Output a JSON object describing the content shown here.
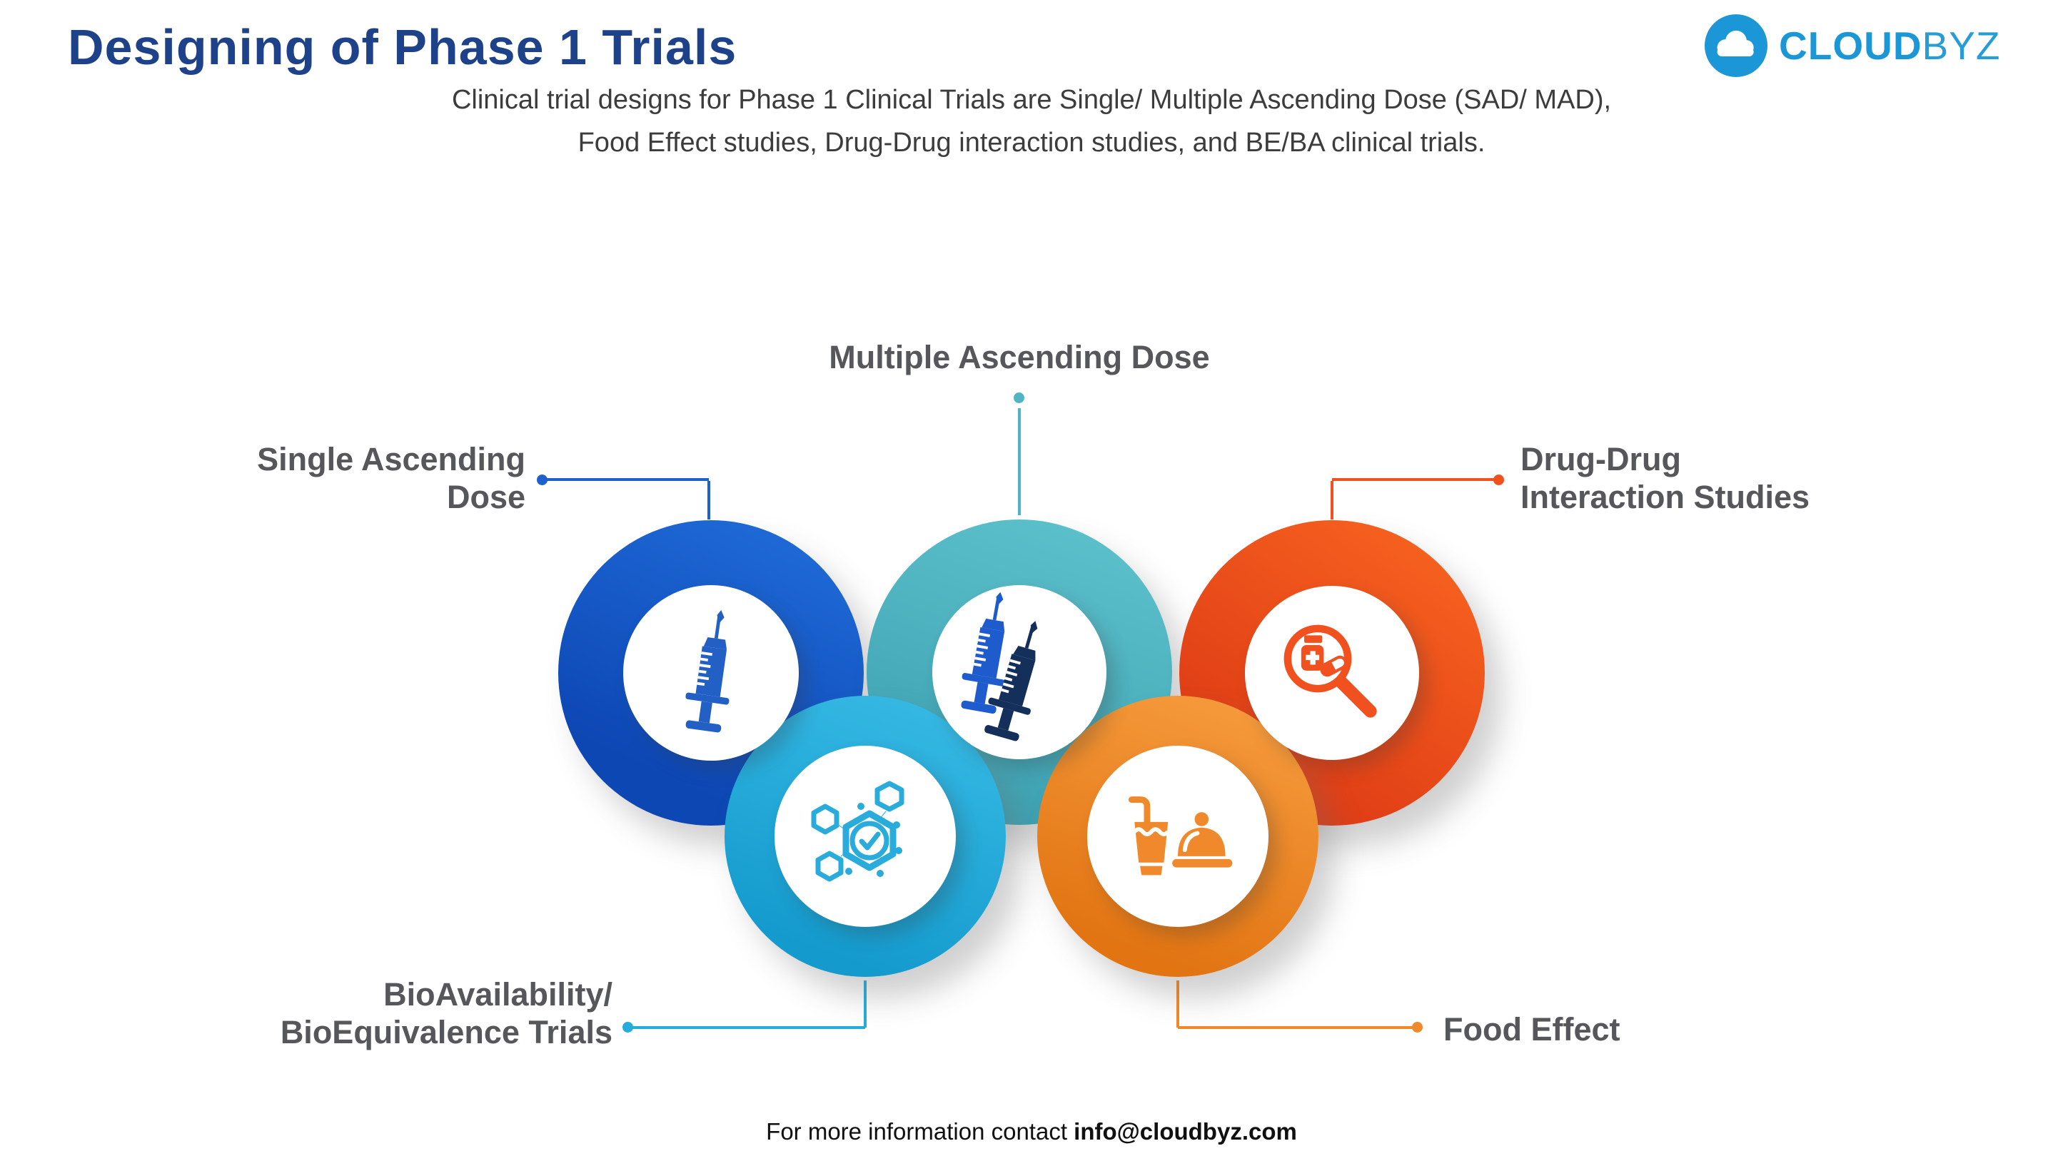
{
  "header": {
    "title": "Designing of Phase 1 Trials",
    "title_color": "#1D4289",
    "subtitle_line1": "Clinical trial designs for Phase 1 Clinical Trials are Single/ Multiple Ascending Dose (SAD/ MAD),",
    "subtitle_line2": "Food Effect studies, Drug-Drug interaction studies, and BE/BA clinical trials."
  },
  "logo": {
    "brand_bold": "CLOUD",
    "brand_light": "BYZ",
    "icon": "cloud-icon",
    "brand_color": "#1B97D8"
  },
  "diagram": {
    "nodes": [
      {
        "id": "single-ascending-dose",
        "lines": [
          "Single Ascending",
          "Dose"
        ],
        "icon": "syringe-icon",
        "ring_color": "#1257C2",
        "accent": "#1B62CE"
      },
      {
        "id": "multiple-ascending-dose",
        "lines": [
          "Multiple Ascending Dose"
        ],
        "icon": "double-syringe-icon",
        "ring_color": "#4DB3C0",
        "accent": "#4FB5C3"
      },
      {
        "id": "drug-drug-interaction-studies",
        "lines": [
          "Drug-Drug",
          "Interaction Studies"
        ],
        "icon": "magnifier-medication-icon",
        "ring_color": "#EB4A1C",
        "accent": "#F0511F"
      },
      {
        "id": "bioavailability-bioequivalence-trials",
        "lines": [
          "BioAvailability/",
          "BioEquivalence Trials"
        ],
        "icon": "molecule-check-icon",
        "ring_color": "#21A8DA",
        "accent": "#25ACDB"
      },
      {
        "id": "food-effect",
        "lines": [
          "Food Effect"
        ],
        "icon": "food-drink-icon",
        "ring_color": "#EE8525",
        "accent": "#F0892B"
      }
    ]
  },
  "footer": {
    "prefix": "For more information contact ",
    "email": "info@cloudbyz.com"
  }
}
